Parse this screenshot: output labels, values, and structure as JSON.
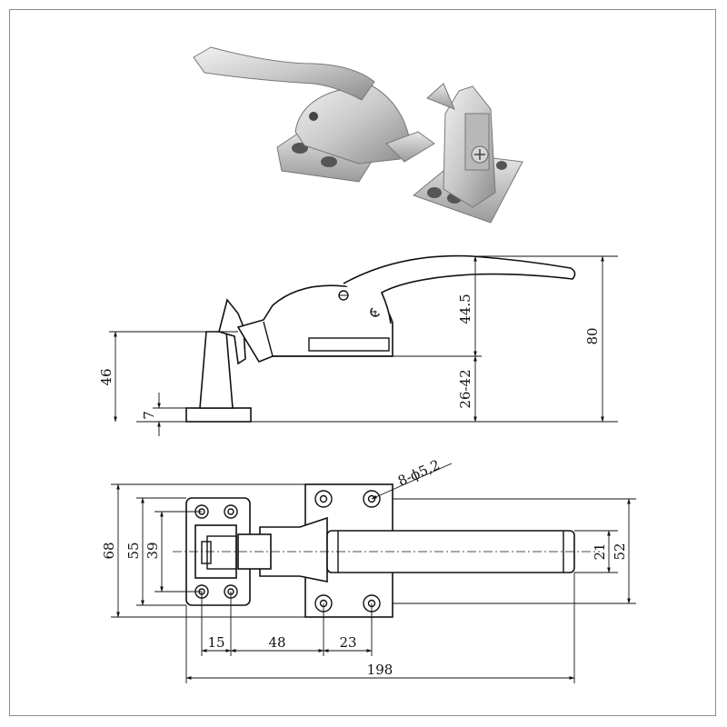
{
  "views": {
    "photo": {
      "icon": "latch-photo-icon"
    },
    "side": {
      "dims": {
        "total_height": "80",
        "upper_height": "44.5",
        "door_gap": "26-42",
        "keeper_height": "46",
        "base_thickness": "7"
      }
    },
    "top": {
      "dims": {
        "outer_width": "68",
        "hole_spacing_keeper": "55",
        "keeper_width": "39",
        "handle_width": "21",
        "hole_spacing_latch": "52",
        "holes": "8-ϕ5,2",
        "keeper_hole_offset": "15",
        "keeper_to_latch": "48",
        "latch_hole_spacing": "23",
        "overall_length": "198"
      }
    }
  },
  "colors": {
    "line": "#111111",
    "frame": "#8a8a8a",
    "steel_light": "#e2e2e2",
    "steel_dark": "#8e8e8e"
  }
}
